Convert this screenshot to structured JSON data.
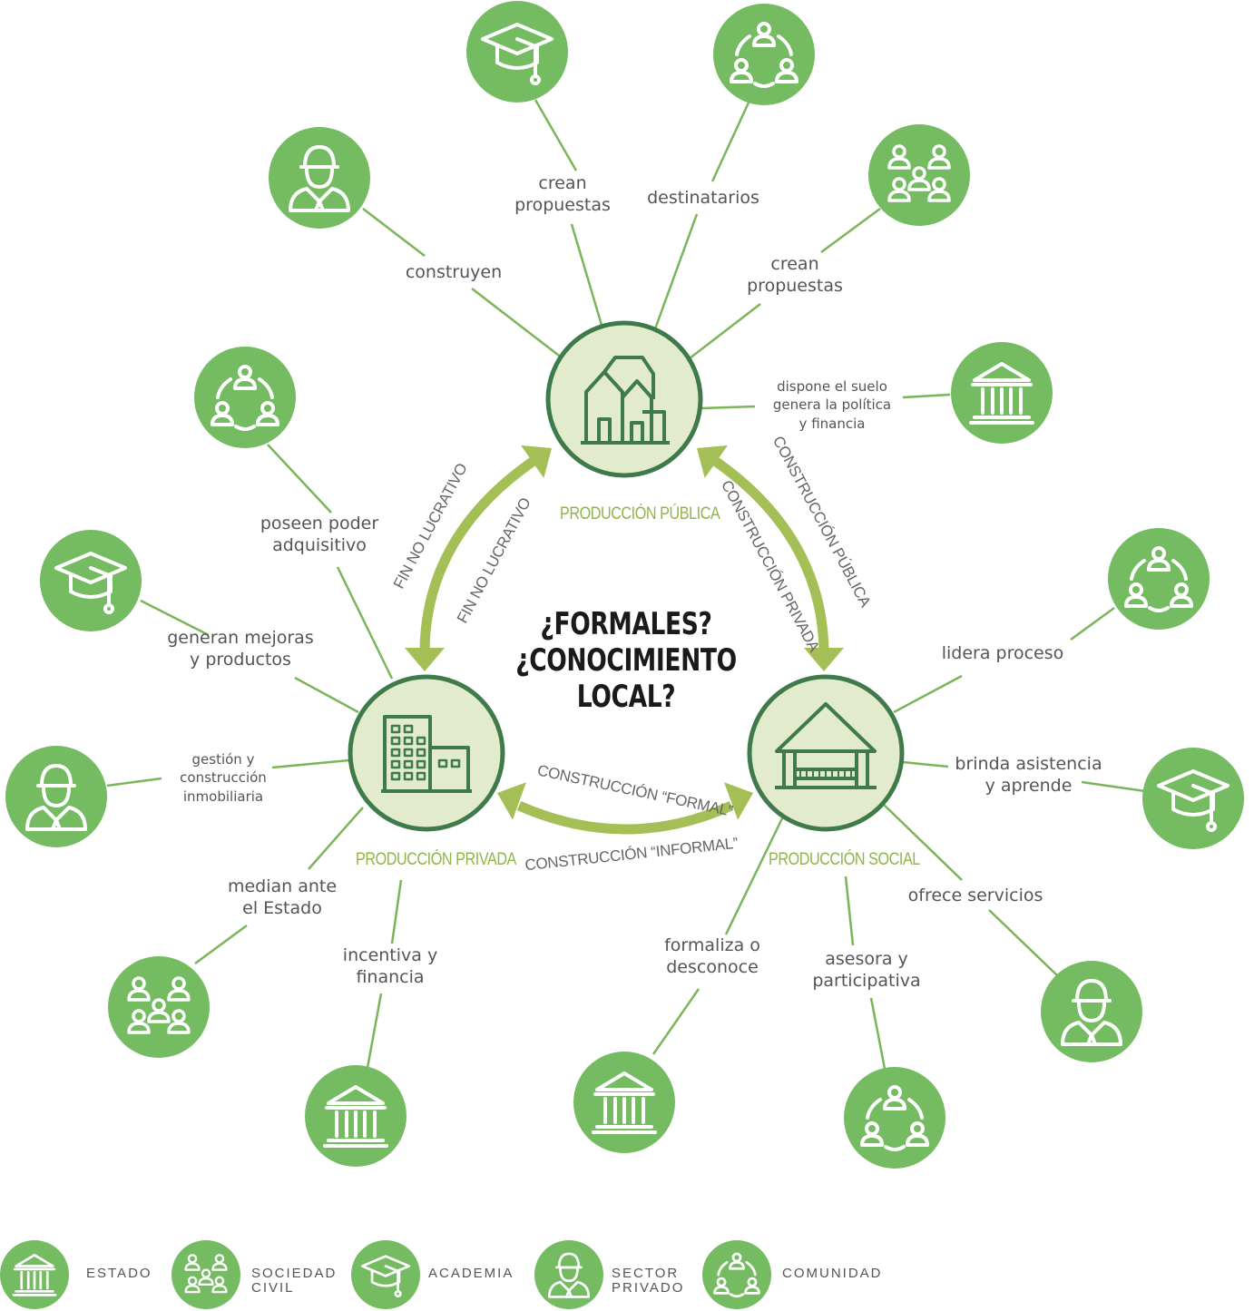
{
  "center": {
    "line1": "¿FORMALES?",
    "line2": "¿CONOCIMIENTO LOCAL?"
  },
  "hubs": {
    "publica": "PRODUCCIÓN PÚBLICA",
    "privada": "PRODUCCIÓN PRIVADA",
    "social": "PRODUCCIÓN SOCIAL"
  },
  "arrows": {
    "fin_outer": "FIN NO LUCRATIVO",
    "fin_inner": "FIN NO LUCRATIVO",
    "publica": "CONSTRUCCIÓN PÚBLICA",
    "privada": "CONSTRUCCIÓN PRIVADA",
    "formal": "CONSTRUCCIÓN “FORMAL”",
    "informal": "CONSTRUCCIÓN “INFORMAL”"
  },
  "relations": {
    "construyen": "construyen",
    "crean_propuestas_1": "crean\npropuestas",
    "destinatarios": "destinatarios",
    "crean_propuestas_2": "crean\npropuestas",
    "dispone": "dispone el suelo\ngenera la política\ny financia",
    "poseen": "poseen poder\nadquisitivo",
    "generan": "generan mejoras\ny productos",
    "gestion": "gestión y\nconstrucción\ninmobiliaria",
    "median": "median ante\nel Estado",
    "incentiva": "incentiva y\nfinancia",
    "lidera": "lidera proceso",
    "brinda": "brinda asistencia\ny aprende",
    "ofrece": "ofrece servicios",
    "formaliza": "formaliza o\ndesconoce",
    "asesora": "asesora y\nparticipativa"
  },
  "legend": [
    {
      "icon": "estado",
      "label": "ESTADO"
    },
    {
      "icon": "sociedad",
      "label": "SOCIEDAD\nCIVIL"
    },
    {
      "icon": "academia",
      "label": "ACADEMIA"
    },
    {
      "icon": "privado",
      "label": "SECTOR\nPRIVADO"
    },
    {
      "icon": "comunidad",
      "label": "COMUNIDAD"
    }
  ],
  "colors": {
    "node_green": "#74bb62",
    "hub_fill": "#e2ebcb",
    "hub_stroke": "#3f7a4a",
    "arrow_green": "#a4bf55",
    "line_green": "#7ab55a",
    "hub_title": "#8fb54a"
  }
}
